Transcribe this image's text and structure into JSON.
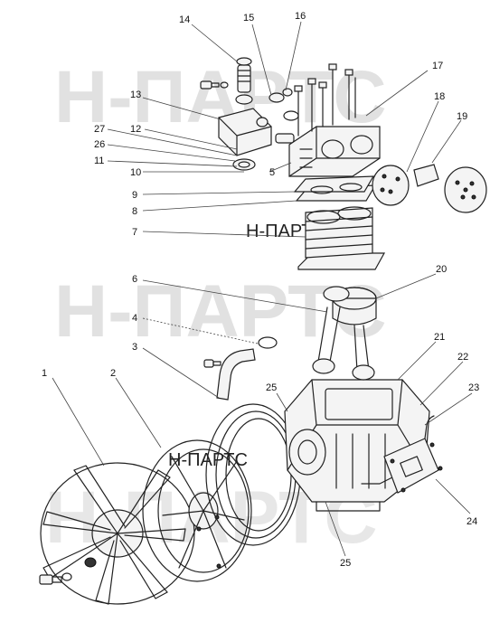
{
  "watermark": {
    "large": "Н-ПАРТС",
    "small": "Н-ПАРТС"
  },
  "labels": [
    {
      "id": "14",
      "text": "14"
    },
    {
      "id": "15",
      "text": "15"
    },
    {
      "id": "16",
      "text": "16"
    },
    {
      "id": "17",
      "text": "17"
    },
    {
      "id": "13",
      "text": "13"
    },
    {
      "id": "18",
      "text": "18"
    },
    {
      "id": "19",
      "text": "19"
    },
    {
      "id": "27",
      "text": "27"
    },
    {
      "id": "12",
      "text": "12"
    },
    {
      "id": "26",
      "text": "26"
    },
    {
      "id": "11",
      "text": "11"
    },
    {
      "id": "10",
      "text": "10"
    },
    {
      "id": "5",
      "text": "5"
    },
    {
      "id": "9",
      "text": "9"
    },
    {
      "id": "8",
      "text": "8"
    },
    {
      "id": "7",
      "text": "7"
    },
    {
      "id": "20",
      "text": "20"
    },
    {
      "id": "6",
      "text": "6"
    },
    {
      "id": "4",
      "text": "4"
    },
    {
      "id": "21",
      "text": "21"
    },
    {
      "id": "3",
      "text": "3"
    },
    {
      "id": "22",
      "text": "22"
    },
    {
      "id": "1",
      "text": "1"
    },
    {
      "id": "2",
      "text": "2"
    },
    {
      "id": "25a",
      "text": "25"
    },
    {
      "id": "23",
      "text": "23"
    },
    {
      "id": "24",
      "text": "24"
    },
    {
      "id": "25b",
      "text": "25"
    }
  ]
}
